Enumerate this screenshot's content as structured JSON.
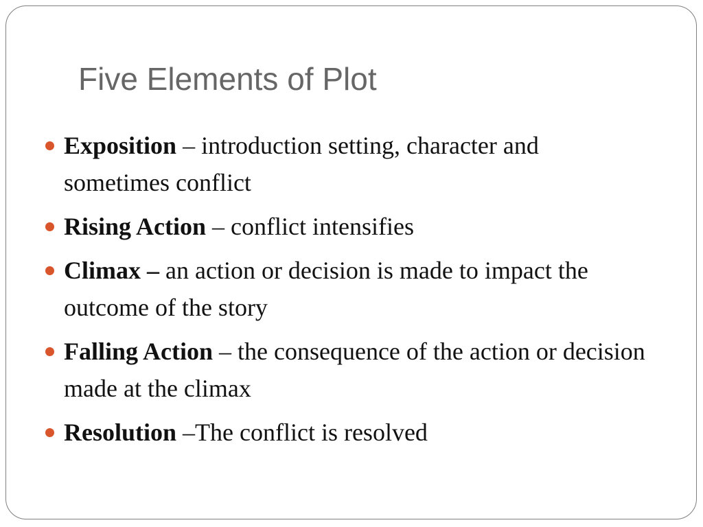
{
  "slide": {
    "title": "Five Elements of Plot",
    "bullet_color": "#d9552b",
    "items": [
      {
        "term": "Exposition",
        "separator": " – ",
        "text": "introduction setting, character and sometimes conflict"
      },
      {
        "term": "Rising Action",
        "separator": " – ",
        "text": "conflict intensifies"
      },
      {
        "term": "Climax –",
        "separator": " ",
        "text": "an action or decision is made to impact the outcome of the story"
      },
      {
        "term": "Falling Action",
        "separator": " – ",
        "text": "the consequence of the action or decision made at the climax"
      },
      {
        "term": "Resolution",
        "separator": " –",
        "text": "The conflict is resolved"
      }
    ]
  }
}
